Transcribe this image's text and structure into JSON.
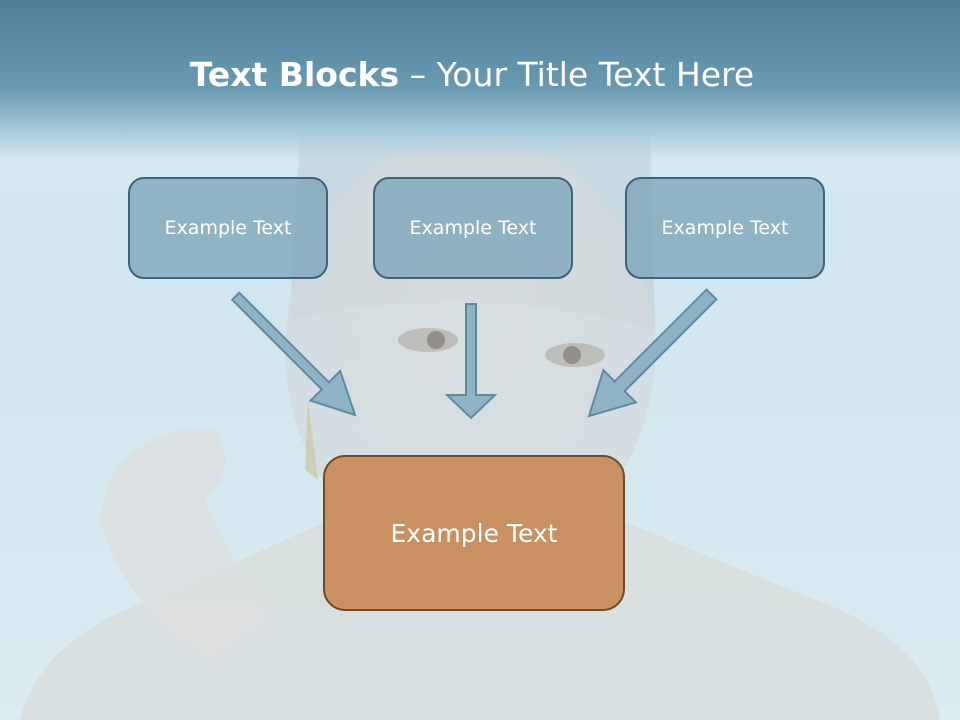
{
  "slide": {
    "title_bold": "Text Blocks",
    "title_dash": " – ",
    "title_rest": "Your Title Text Here"
  },
  "boxes": {
    "left": "Example Text",
    "center": "Example Text",
    "right": "Example Text",
    "main": "Example Text"
  },
  "colors": {
    "header": "#5f8ea6",
    "box_fill": "#7fa6b9",
    "box_border": "#3f6578",
    "main_fill": "#c99162",
    "main_border": "#6e4a2a",
    "arrow_fill": "#8fb3c5",
    "arrow_border": "#5e8aa0"
  }
}
